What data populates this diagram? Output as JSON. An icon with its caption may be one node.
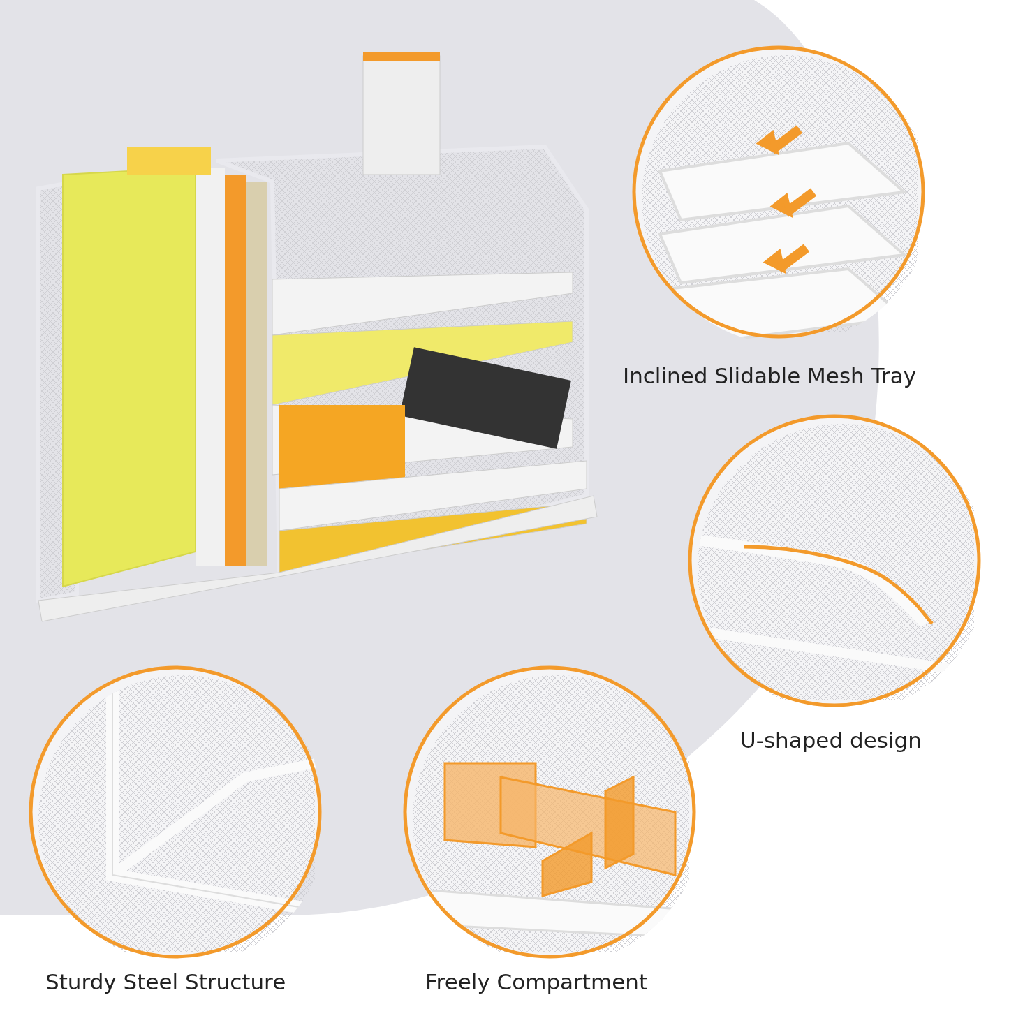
{
  "diagram": {
    "labels": [
      "Inclined Slidable Mesh Tray",
      "U-shaped design",
      "Sturdy Steel Structure",
      "Freely Compartment"
    ]
  }
}
